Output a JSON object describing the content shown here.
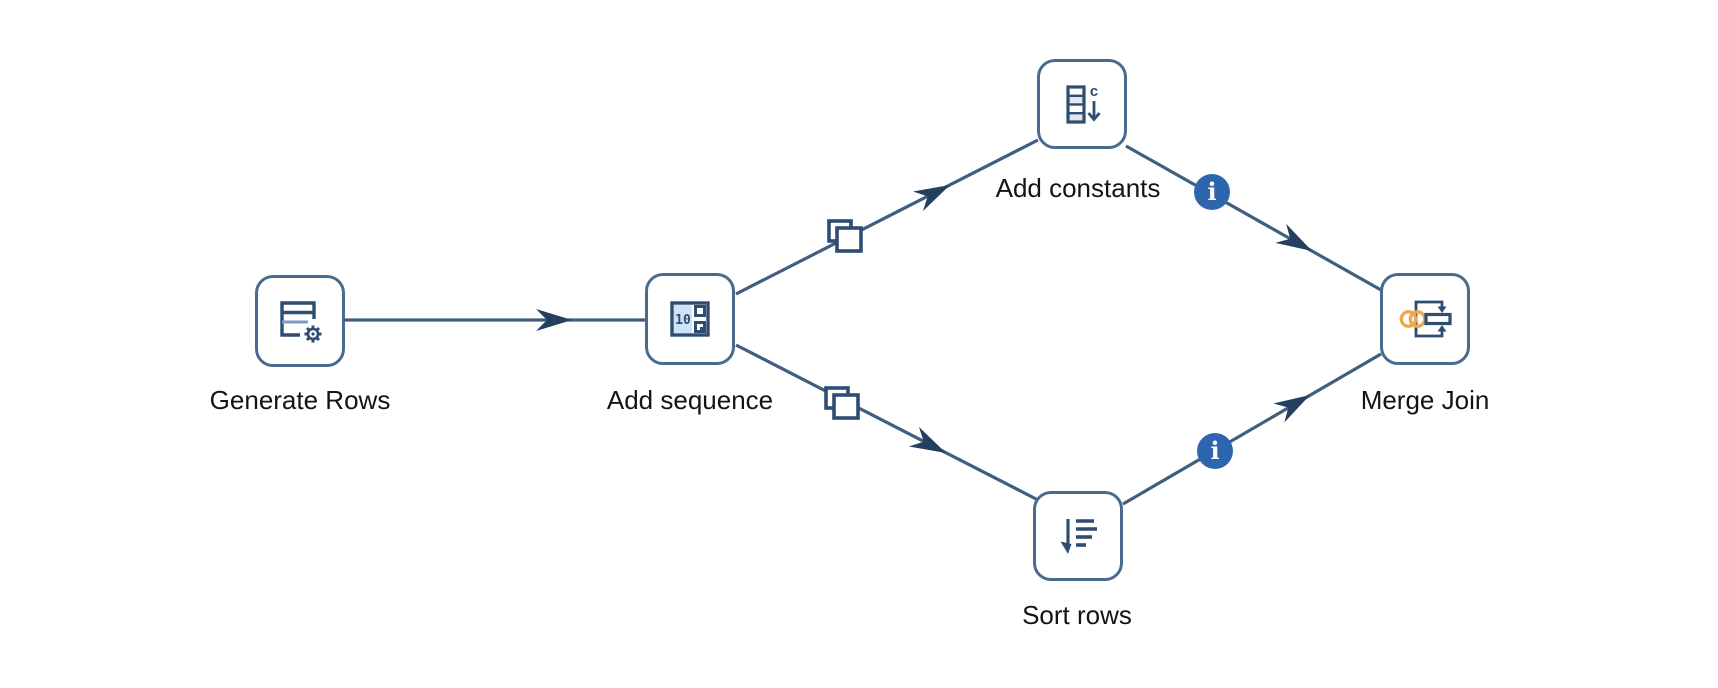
{
  "diagram": {
    "type": "pipeline-workflow",
    "nodes": [
      {
        "id": "generate-rows",
        "label": "Generate Rows",
        "icon": "generate-rows-icon"
      },
      {
        "id": "add-sequence",
        "label": "Add sequence",
        "icon": "add-sequence-icon",
        "icon_text": "10"
      },
      {
        "id": "add-constants",
        "label": "Add constants",
        "icon": "add-constants-icon",
        "icon_text": "c"
      },
      {
        "id": "sort-rows",
        "label": "Sort rows",
        "icon": "sort-rows-icon"
      },
      {
        "id": "merge-join",
        "label": "Merge Join",
        "icon": "merge-join-icon"
      }
    ],
    "edges": [
      {
        "from": "generate-rows",
        "to": "add-sequence",
        "badge": "none"
      },
      {
        "from": "add-sequence",
        "to": "add-constants",
        "badge": "copy-icon"
      },
      {
        "from": "add-sequence",
        "to": "sort-rows",
        "badge": "copy-icon"
      },
      {
        "from": "add-constants",
        "to": "merge-join",
        "badge": "info-icon"
      },
      {
        "from": "sort-rows",
        "to": "merge-join",
        "badge": "info-icon"
      }
    ],
    "badges": {
      "info_glyph": "i"
    },
    "colors": {
      "background": "#ffffff",
      "edge": "#3f5f80",
      "arrowhead": "#24405e",
      "node_border": "#4a6b90",
      "icon_navy": "#2e4d71",
      "icon_light_blue_fill": "#cfe3f7",
      "icon_cell_gray": "#dfe6ee",
      "info_badge_blue": "#2d66ae",
      "join_rings_orange": "#f0a54f",
      "label_text": "#111418"
    }
  }
}
